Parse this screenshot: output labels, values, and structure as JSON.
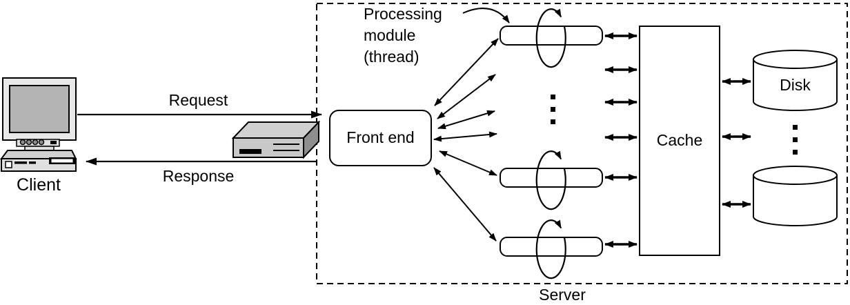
{
  "colors": {
    "ink": "#000000",
    "paper": "#ffffff",
    "monitor_screen": "#b4b4b4",
    "monitor_frame": "#e8e8e8",
    "case_fill": "#e0e0e0",
    "device_top": "#d0d0d0",
    "device_front": "#c8c8c8",
    "device_side": "#8e8e8e"
  },
  "client": {
    "label": "Client",
    "icon": "desktop-computer-icon"
  },
  "link": {
    "request_label": "Request",
    "response_label": "Response",
    "gateway_icon": "network-device-icon"
  },
  "server": {
    "label": "Server",
    "front_end": {
      "label": "Front end"
    },
    "processing_module": {
      "annotation": "Processing\nmodule\n(thread)",
      "visible_threads": 3,
      "thread_icon": "looping-arrow-ellipse-icon"
    },
    "cache": {
      "label": "Cache"
    },
    "disks": {
      "label": "Disk",
      "visible_disks": 2,
      "icon": "disk-cylinder-icon"
    }
  }
}
